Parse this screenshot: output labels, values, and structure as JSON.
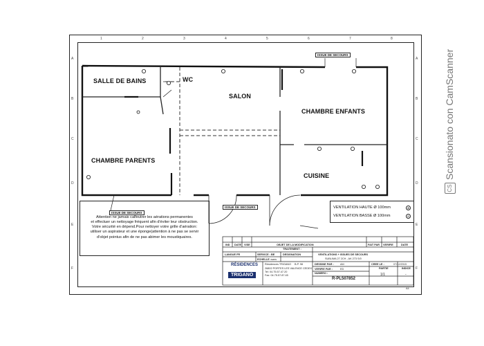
{
  "frame": {
    "col_labels": [
      "1",
      "2",
      "3",
      "4",
      "5",
      "6",
      "7",
      "8"
    ],
    "row_labels": [
      "A",
      "B",
      "C",
      "D",
      "E",
      "F"
    ]
  },
  "rooms": {
    "salle_de_bains": "SALLE DE BAINS",
    "wc": "WC",
    "salon": "SALON",
    "chambre_enfants": "CHAMBRE ENFANTS",
    "chambre_parents": "CHAMBRE PARENTS",
    "cuisine": "CUISINE"
  },
  "exits": {
    "top": "ISSUE DE SECOURS",
    "bottom_left": "ISSUE DE SECOURS",
    "bottom_center": "ISSUE DE SECOURS"
  },
  "notice": {
    "line1": "Attention ne jamais calfeutrer les aérations permanentes",
    "line2": "et effectuer un nettoyage fréquent afin d'éviter leur obstruction.",
    "line3": "Votre sécurité en dépend.Pour nettoyer votre grille d'aération:",
    "line4": "utiliser un aspirateur et une éponge(attention à ne pas se servir",
    "line5": "d'objet pointus afin de ne pas abimer les moustiquaires."
  },
  "ventilation": {
    "haute": "VENTILATION HAUTE Ø 100mm",
    "basse": "VENTILATION BASSE Ø 100mm"
  },
  "title_block": {
    "ind": "IND",
    "date": "DATE",
    "vise": "VISE",
    "objet": "OBJET DE LA MODIFICATION",
    "fait_par": "FAIT PAR",
    "verifie": "VERIFIE",
    "date2": "DATE",
    "langue": "LANGUE FR",
    "service": "SERVICE : BE",
    "designation": "DESIGNATION",
    "designation_value": "VENTILATIONS + ISSUES DE SECOURS",
    "model": "SUBLIMA 27 2CH - AK 273 S/0",
    "echelle": "ECHELLE :",
    "echelle_value": "sans",
    "traitement": "TRAITEMENT :",
    "residences": "RÉSIDENCES",
    "company": "Résidences TRIGANO",
    "bp": "B.P. 98",
    "address": "26802 PORTES LES VALENCE CEDEX",
    "tel": "Tel: 04.75.57.47.20",
    "fax": "Fax: 04.75.57.87.45",
    "logo": "TRIGANO",
    "dessine_par": "DESSINE PAR :",
    "dessine_value": "AM",
    "verifie_par": "VERIFIE PAR :",
    "verifie_value": "ED",
    "numero": "NUMERO :",
    "numero_value": "R-PL507852",
    "cree_le": "CREE LE :",
    "cree_value": "07/12/2015",
    "partie": "PARTIE",
    "partie_value": "1/1",
    "indice": "INDICE",
    "indice_value": "-",
    "format": "A4"
  },
  "watermark": {
    "badge": "CS",
    "text": "Scansionato con CamScanner"
  }
}
